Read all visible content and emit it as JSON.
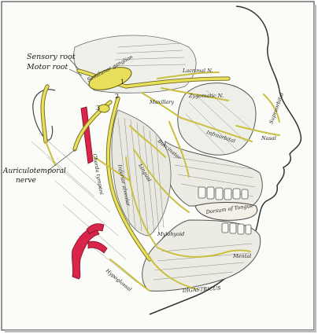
{
  "labels": {
    "sensory_root": "Sensory root",
    "motor_root": "Motor root",
    "semilunar_ganglion": "Semilunar ganglion",
    "auriculotemporal": "Auriculotemporal",
    "nerve": "nerve",
    "lacrimal": "Lacrimal N.",
    "zygomatic": "Zygomatic N.",
    "maxillary": "Maxillary",
    "infraorbital": "Infraorbital",
    "nasal": "Nasal",
    "supraorbital": "Supraorbital",
    "dorsum_of_tongue": "Dorsum of Tongue",
    "mental": "Mental",
    "digastricus": "DIGASTRICUS",
    "hypoglossal": "Hypoglossal",
    "num_1": "1",
    "num_2": "2",
    "num_3": "3",
    "inferior_alveolar": "Inferior alveolar",
    "lingual": "Lingual",
    "buccinator": "Buccinator",
    "chorda_tympani": "Chorda tympani",
    "mylohyoid": "Mylohyoid"
  },
  "colors": {
    "nerve": "#e8e05a",
    "nerve_outline": "#6f6a1c",
    "artery": "#d9254a",
    "ink": "#2a2a2a",
    "border": "#555555"
  }
}
